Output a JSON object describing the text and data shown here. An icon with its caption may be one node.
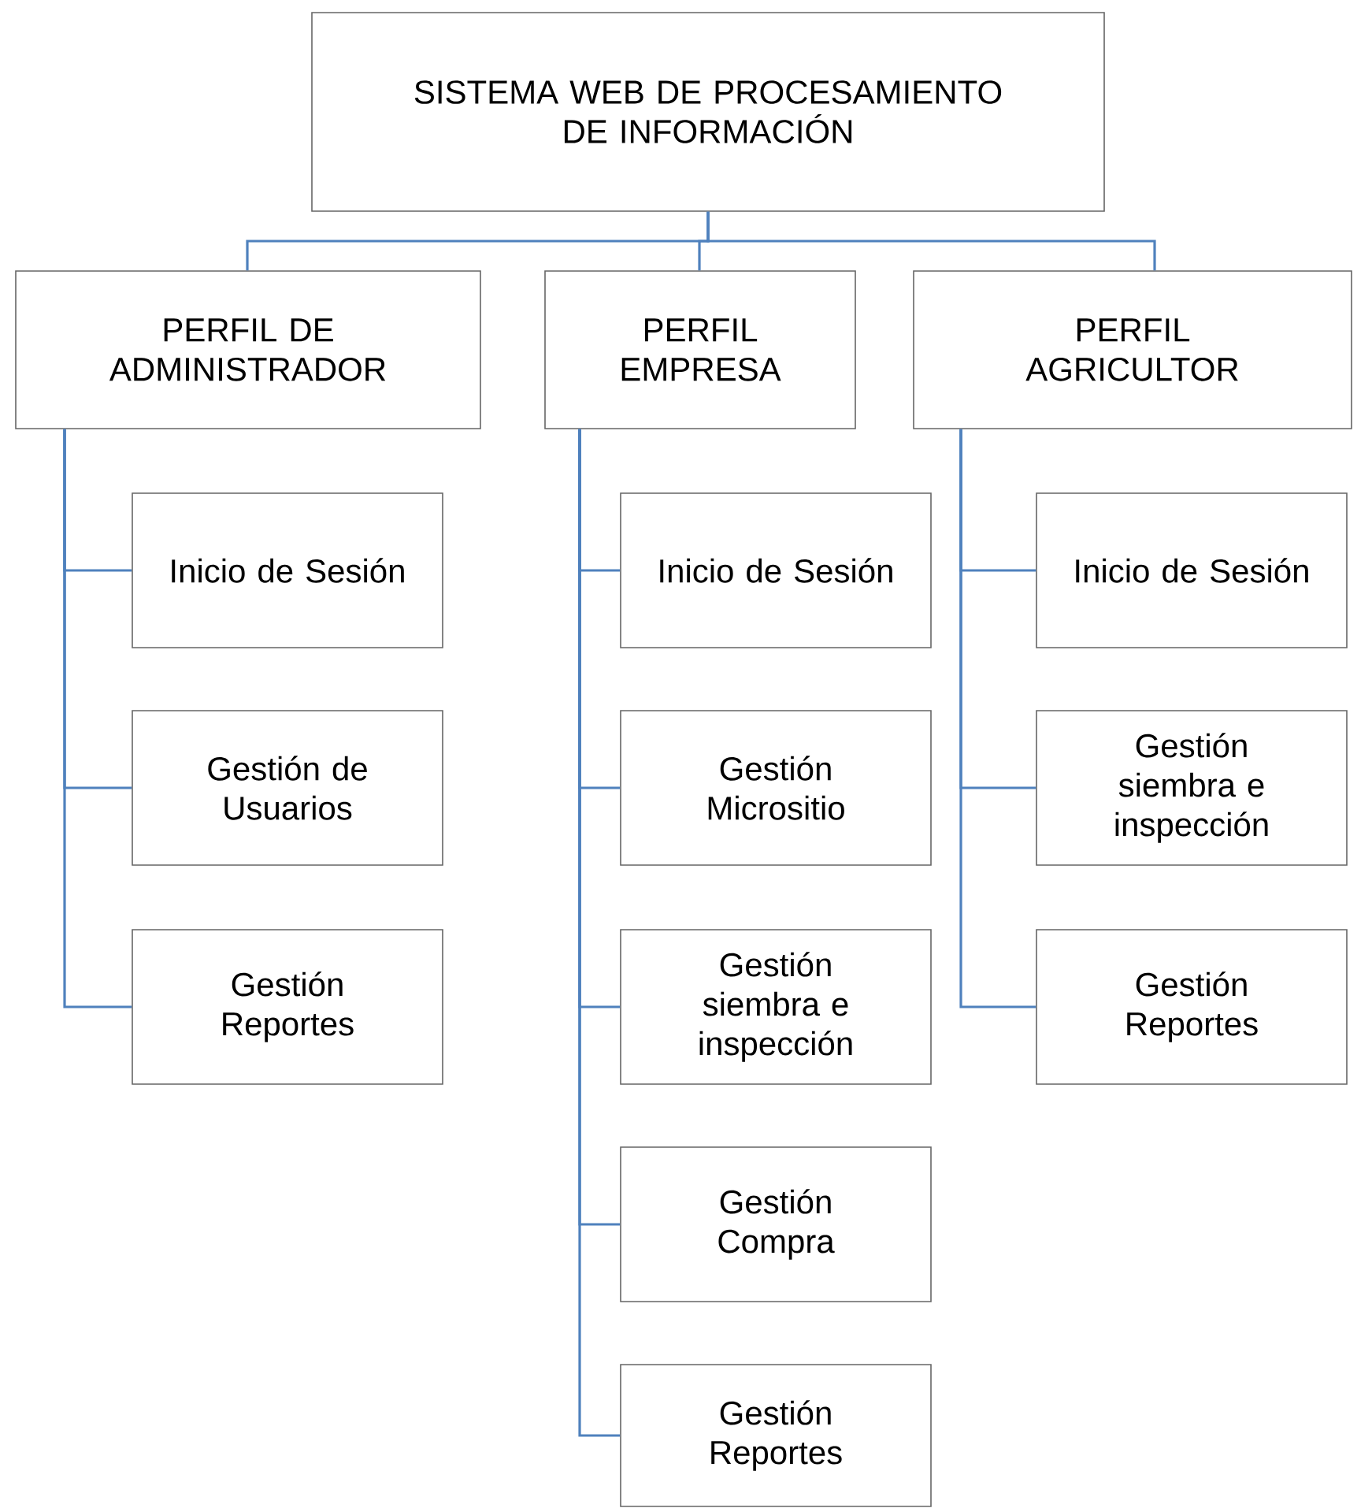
{
  "diagram": {
    "nodes": [
      {
        "text": [
          "SISTEMA WEB DE PROCESAMIENTO DE INFORMACIÓN"
        ]
      },
      {
        "text": [
          "PERFIL DE ADMINISTRADOR"
        ]
      },
      {
        "text": [
          "PERFIL EMPRESA"
        ]
      },
      {
        "text": [
          "PERFIL AGRICULTOR"
        ]
      },
      {
        "text": [
          "Inicio de Sesión"
        ]
      },
      {
        "text": [
          "Gestión de Usuarios"
        ]
      },
      {
        "text": [
          "Gestión Reportes"
        ]
      },
      {
        "text": [
          "Inicio de Sesión"
        ]
      },
      {
        "text": [
          "Gestión Micrositio"
        ]
      },
      {
        "text": [
          "Gestión siembra e inspección"
        ]
      },
      {
        "text": [
          "Gestión Compra"
        ]
      },
      {
        "text": [
          "Gestión Reportes"
        ]
      },
      {
        "text": [
          "Inicio de Sesión"
        ]
      },
      {
        "text": [
          "Gestión siembra e inspección"
        ]
      },
      {
        "text": [
          "Gestión Reportes"
        ]
      }
    ],
    "edges": [
      {
        "from": 0,
        "to": 1,
        "arrow": "none"
      },
      {
        "from": 0,
        "to": 2,
        "arrow": "none"
      },
      {
        "from": 0,
        "to": 3,
        "arrow": "none"
      },
      {
        "from": 1,
        "to": 4,
        "arrow": "none"
      },
      {
        "from": 1,
        "to": 5,
        "arrow": "none"
      },
      {
        "from": 1,
        "to": 6,
        "arrow": "none"
      },
      {
        "from": 2,
        "to": 7,
        "arrow": "none"
      },
      {
        "from": 2,
        "to": 8,
        "arrow": "none"
      },
      {
        "from": 2,
        "to": 9,
        "arrow": "none"
      },
      {
        "from": 2,
        "to": 10,
        "arrow": "none"
      },
      {
        "from": 2,
        "to": 11,
        "arrow": "none"
      },
      {
        "from": 3,
        "to": 12,
        "arrow": "none"
      },
      {
        "from": 3,
        "to": 13,
        "arrow": "none"
      },
      {
        "from": 3,
        "to": 14,
        "arrow": "none"
      }
    ]
  }
}
